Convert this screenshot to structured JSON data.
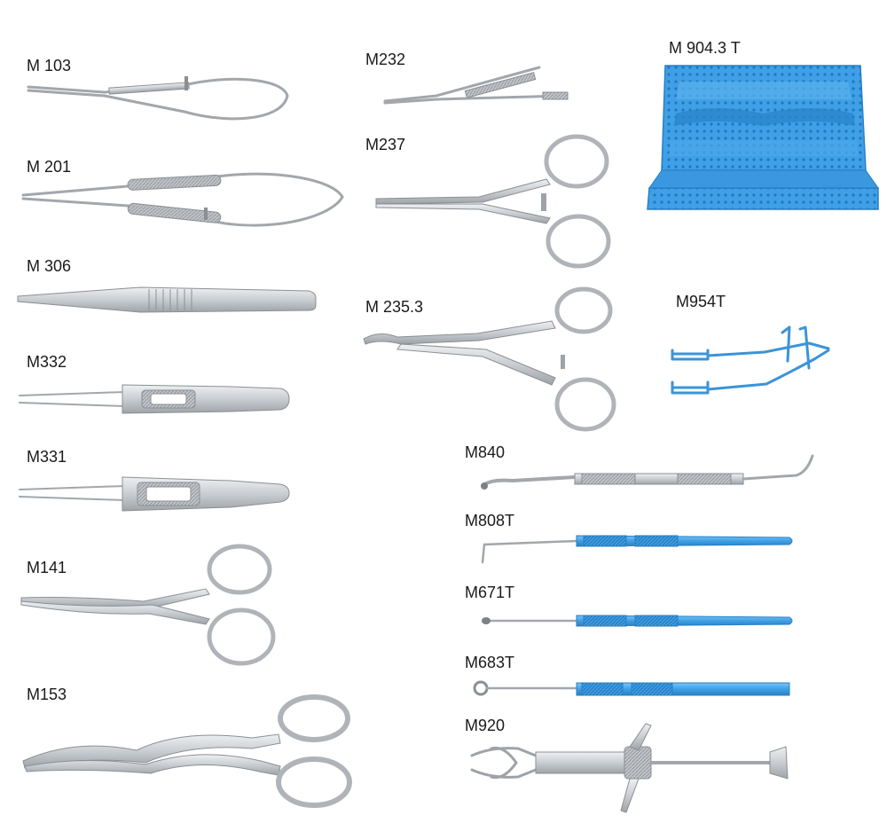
{
  "colors": {
    "steel": "#c9cdd1",
    "steel_dark": "#8b8f94",
    "blue": "#3fa0e6",
    "blue_dark": "#2a7fc4"
  },
  "items": [
    {
      "code": "M 103",
      "kind": "scissors-spring-icon"
    },
    {
      "code": "M 201",
      "kind": "needle-holder-spring-icon"
    },
    {
      "code": "M 306",
      "kind": "forceps-icon"
    },
    {
      "code": "M332",
      "kind": "tying-forceps-icon"
    },
    {
      "code": "M331",
      "kind": "tying-forceps-icon"
    },
    {
      "code": "M141",
      "kind": "scissors-ring-icon"
    },
    {
      "code": "M153",
      "kind": "scissors-curved-icon"
    },
    {
      "code": "M232",
      "kind": "needle-holder-icon"
    },
    {
      "code": "M237",
      "kind": "needle-holder-ring-icon"
    },
    {
      "code": "M 235.3",
      "kind": "needle-holder-curved-icon"
    },
    {
      "code": "M 904.3 T",
      "kind": "sterilization-tray-icon"
    },
    {
      "code": "M954T",
      "kind": "eye-speculum-icon"
    },
    {
      "code": "M840",
      "kind": "spatula-icon"
    },
    {
      "code": "M808T",
      "kind": "hook-icon"
    },
    {
      "code": "M671T",
      "kind": "hook-icon"
    },
    {
      "code": "M683T",
      "kind": "loop-icon"
    },
    {
      "code": "M920",
      "kind": "syringe-icon"
    }
  ]
}
